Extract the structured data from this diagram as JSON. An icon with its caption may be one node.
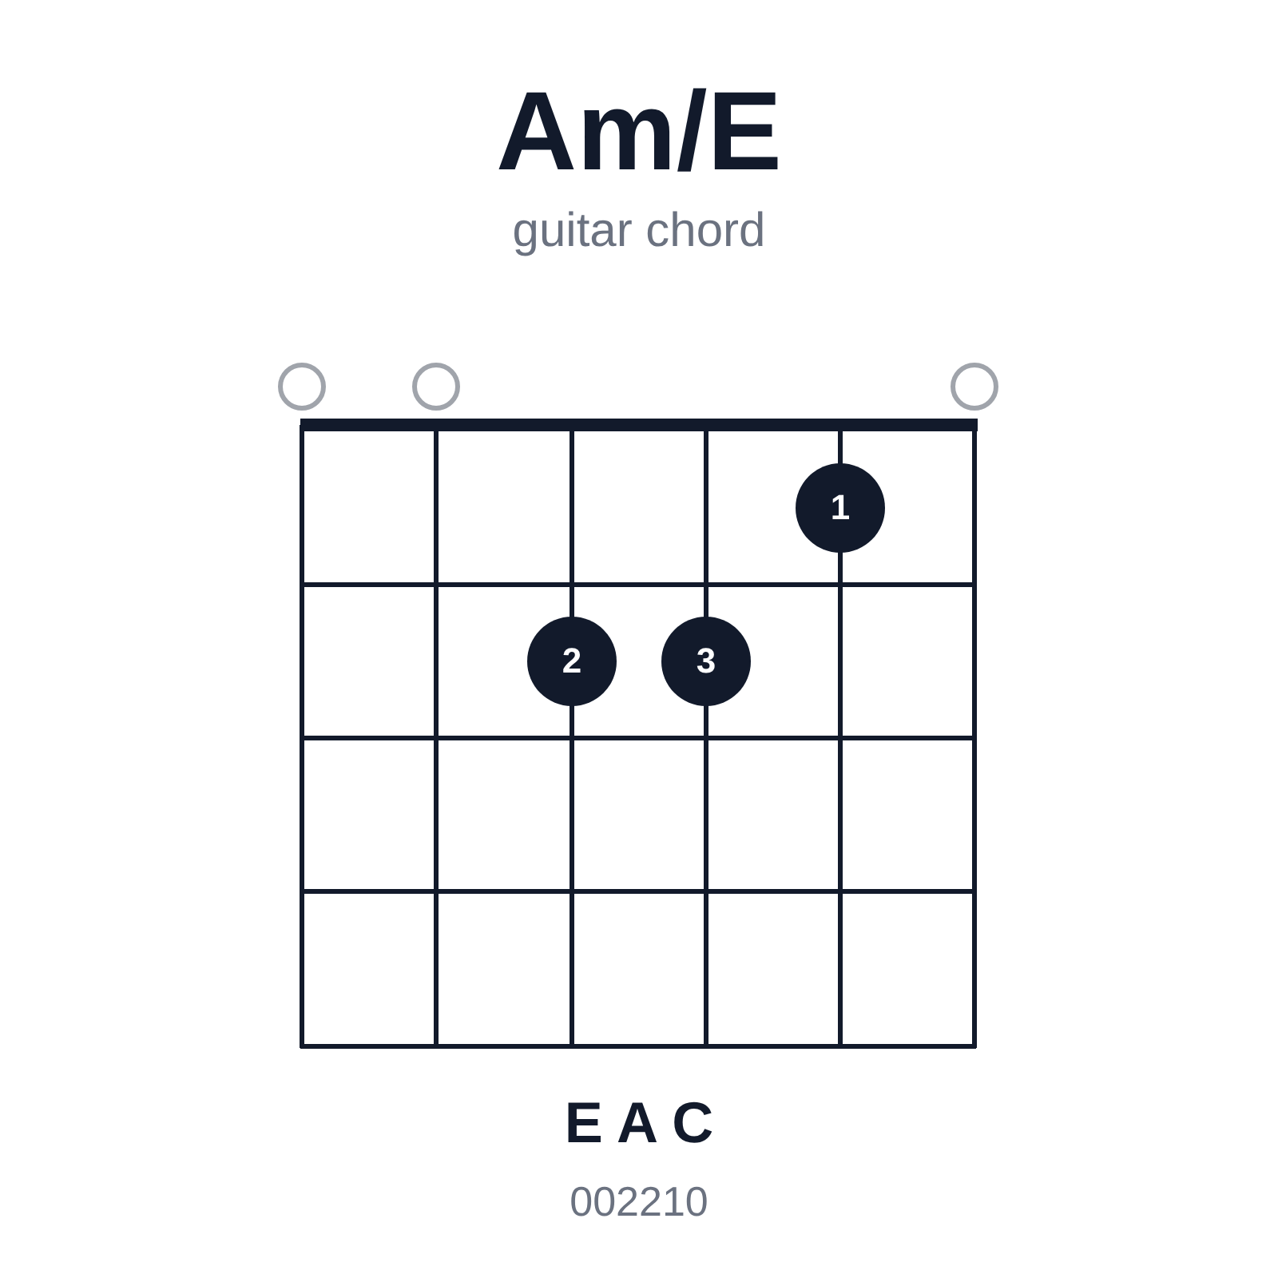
{
  "diagram": {
    "title": "Am/E",
    "nodes": [
      {
        "text": [],
        "shape": "circle"
      },
      {
        "text": [],
        "shape": "circle"
      },
      {
        "text": [],
        "shape": "circle"
      },
      {
        "text": [
          "1"
        ]
      },
      {
        "text": [
          "2"
        ]
      },
      {
        "text": [
          "3"
        ]
      }
    ],
    "labels": [
      "guitar chord",
      "E A C",
      "002210"
    ]
  }
}
